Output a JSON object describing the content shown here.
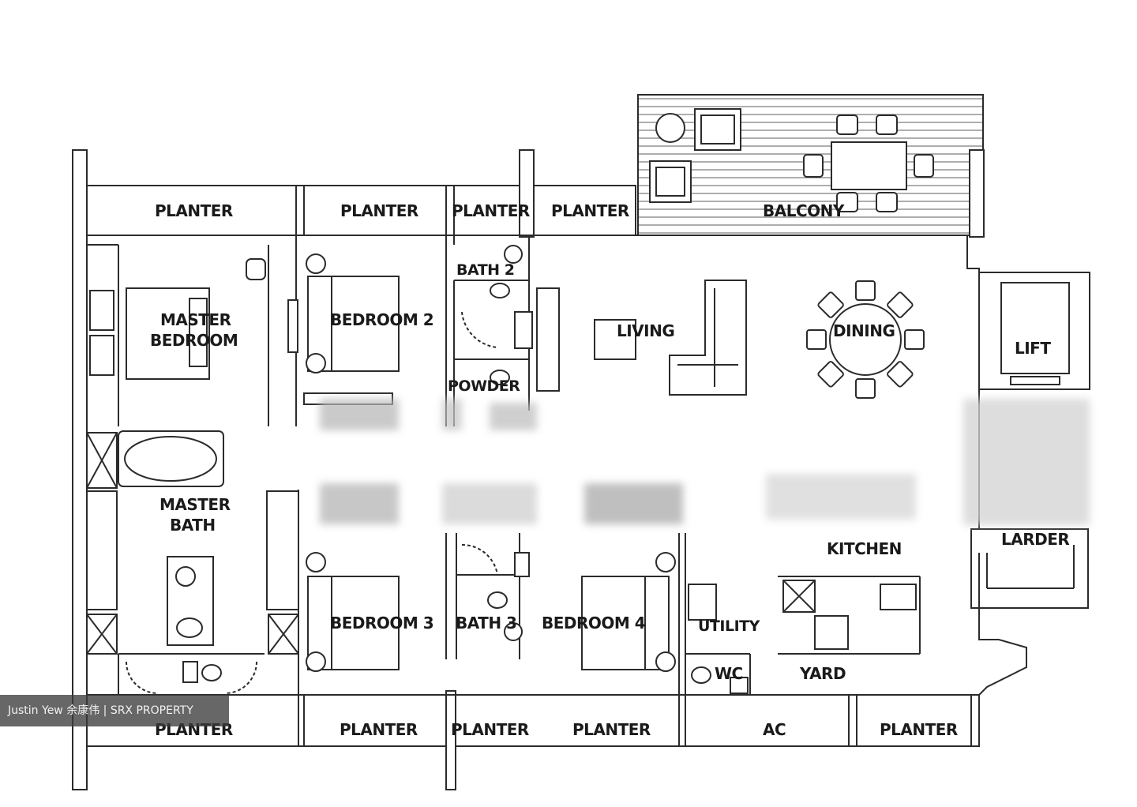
{
  "rooms": {
    "planter_top_1": "PLANTER",
    "planter_top_2": "PLANTER",
    "planter_top_3": "PLANTER",
    "planter_top_4": "PLANTER",
    "balcony": "BALCONY",
    "master_bedroom_l1": "MASTER",
    "master_bedroom_l2": "BEDROOM",
    "bedroom_2": "BEDROOM 2",
    "bath_2": "BATH 2",
    "powder": "POWDER",
    "living": "LIVING",
    "dining": "DINING",
    "lift": "LIFT",
    "master_bath_l1": "MASTER",
    "master_bath_l2": "BATH",
    "kitchen": "KITCHEN",
    "larder": "LARDER",
    "bedroom_3": "BEDROOM 3",
    "bath_3": "BATH 3",
    "bedroom_4": "BEDROOM 4",
    "utility": "UTILITY",
    "wc": "WC",
    "yard": "YARD",
    "planter_bot_1": "PLANTER",
    "planter_bot_2": "PLANTER",
    "planter_bot_3": "PLANTER",
    "planter_bot_4": "PLANTER",
    "ac": "AC",
    "planter_bot_5": "PLANTER"
  },
  "watermark": {
    "text": "Justin Yew 余康伟 | SRX PROPERTY"
  },
  "colors": {
    "line": "#2b2b2b",
    "hatch": "#6a6a6a",
    "watermark_bg": "#3c3c3c"
  }
}
